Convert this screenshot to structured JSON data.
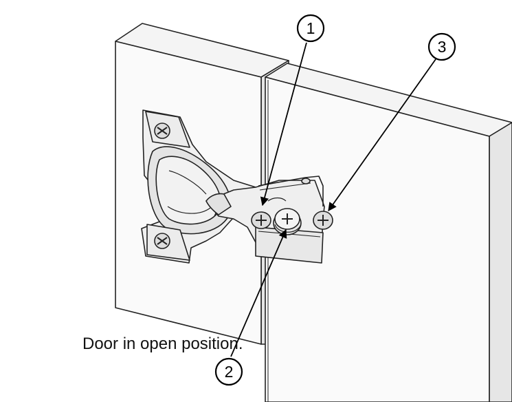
{
  "caption": "Door in open position.",
  "callouts": [
    {
      "label": "1",
      "target": "hinge-mounting-screw"
    },
    {
      "label": "2",
      "target": "depth-adjustment-screw"
    },
    {
      "label": "3",
      "target": "side-adjustment-screw"
    }
  ],
  "colors": {
    "line": "#222222",
    "panel_face": "#fafafa",
    "panel_side": "#e6e6e6",
    "metal": "#f0f0f0",
    "metal_shade": "#d8d8d8"
  }
}
